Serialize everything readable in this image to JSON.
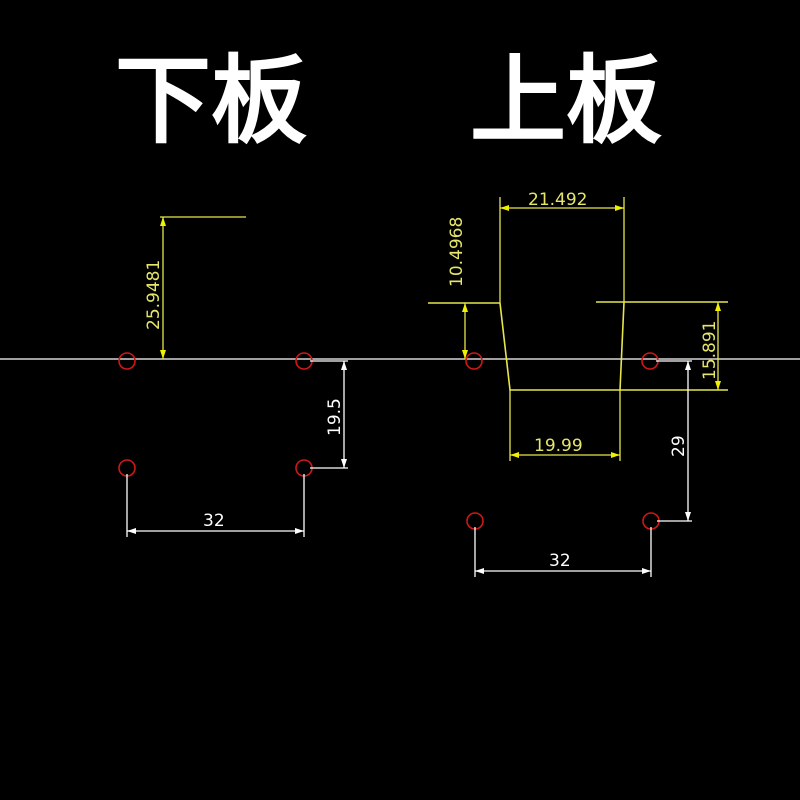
{
  "titles": {
    "lower_plate": "下板",
    "upper_plate": "上板"
  },
  "lower_plate": {
    "dim_height": "25.9481",
    "dim_hole_vertical": "19.5",
    "dim_hole_horizontal": "32"
  },
  "upper_plate": {
    "dim_top_width": "21.492",
    "dim_bottom_width": "19.99",
    "dim_left_height": "10.4968",
    "dim_right_depth": "15.891",
    "dim_hole_vertical": "29",
    "dim_hole_horizontal": "32"
  },
  "colors": {
    "background": "#000000",
    "dimension_yellow": "#e6e64a",
    "arrow_yellow": "#f0f000",
    "hole_red": "#d01818",
    "line_white": "#ffffff"
  }
}
